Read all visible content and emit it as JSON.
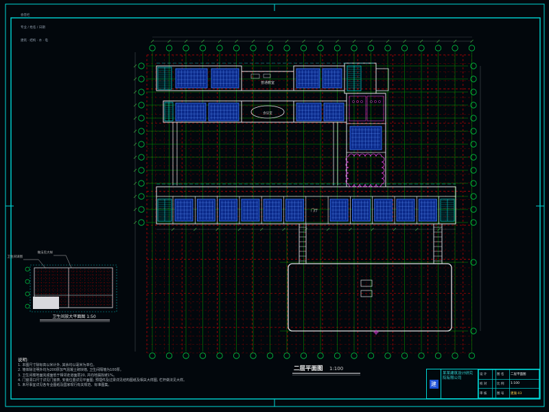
{
  "colors": {
    "bg": "#02070c",
    "frame": "#00d8d8",
    "grid_green": "#009900",
    "bubble_green": "#00cc44",
    "red_dark": "#7d0000",
    "red_bright": "#d40000",
    "wall_white": "#e2e2e6",
    "blue_fill": "#0b2a8a",
    "blue_line": "#3f7dff",
    "cyan_detail": "#00d0d0",
    "magenta": "#e040e0"
  },
  "top_left_block": {
    "lines": [
      "会签栏",
      "专业 / 姓名 / 日期",
      "建筑 · 结构 · 水 · 电"
    ]
  },
  "plan": {
    "room_labels": {
      "classroom_top": "普通教室",
      "meeting_room": "会议室",
      "entrance_hall": "门厅"
    },
    "caption": "二层平面图",
    "caption_scale": "1:100"
  },
  "detail_view": {
    "labels": [
      "卫生间详图",
      "做法见大样"
    ],
    "caption": "卫生间放大平面图 1:50"
  },
  "notes": {
    "title": "说明:",
    "items": [
      "1. 本图尺寸除标高以米计外, 其余均以毫米为单位。",
      "2. 墙体除注明外均为200厚加气混凝土砌块墙, 卫生间隔墙为100厚。",
      "3. 卫生间楼地面完成面低于相邻走道面层20, 并向地漏找坡1%。",
      "4. 门窗洞口尺寸详见门窗表, 安装位置详见平面图; 预埋件及过梁详见结构图纸及相关大样图, 栏杆做法见大样。",
      "5. 未尽事宜详见各专业图纸及国家现行有关规范、标准图集。"
    ]
  },
  "title_block": {
    "logo_glyph": "建",
    "company": "某某建筑设计研究院有限公司",
    "rows": [
      [
        "设 计",
        "",
        "图 名",
        "二层平面图"
      ],
      [
        "校 对",
        "",
        "比 例",
        "1:100"
      ],
      [
        "审 核",
        "",
        "图 号",
        "建施-03"
      ]
    ]
  }
}
